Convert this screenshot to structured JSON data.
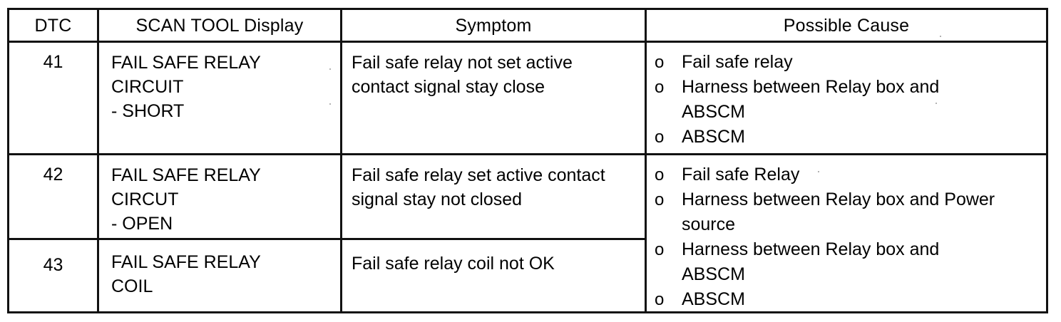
{
  "document": {
    "type": "diagnostic-trouble-code-table",
    "columns": [
      {
        "key": "dtc",
        "label": "DTC"
      },
      {
        "key": "scan",
        "label": "SCAN TOOL Display"
      },
      {
        "key": "symptom",
        "label": "Symptom"
      },
      {
        "key": "cause",
        "label": "Possible Cause"
      }
    ],
    "rows": [
      {
        "dtc": "41",
        "scan_display": [
          "FAIL SAFE RELAY",
          "CIRCUIT",
          "- SHORT"
        ],
        "symptom": [
          "Fail safe relay not set active",
          "contact signal stay close"
        ],
        "possible_cause": [
          {
            "marker": "o",
            "lines": [
              "Fail safe relay"
            ]
          },
          {
            "marker": "o",
            "lines": [
              "Harness between Relay box and",
              "ABSCM"
            ]
          },
          {
            "marker": "o",
            "lines": [
              "ABSCM"
            ]
          }
        ]
      },
      {
        "dtc": "42",
        "scan_display": [
          "FAIL SAFE RELAY",
          "CIRCUT",
          "- OPEN"
        ],
        "symptom": [
          "Fail safe relay set active contact",
          "signal stay not closed"
        ],
        "possible_cause": [
          {
            "marker": "o",
            "lines": [
              "Fail safe Relay"
            ]
          },
          {
            "marker": "o",
            "lines": [
              "Harness between Relay box and Power",
              "source"
            ]
          },
          {
            "marker": "o",
            "lines": [
              "Harness between Relay box and",
              "ABSCM"
            ]
          },
          {
            "marker": "o",
            "lines": [
              "ABSCM"
            ]
          }
        ]
      },
      {
        "dtc": "43",
        "scan_display": [
          "FAIL SAFE RELAY",
          "COIL"
        ],
        "symptom": [
          "Fail safe relay coil not OK"
        ],
        "possible_cause": null
      }
    ],
    "merged_cells": [
      {
        "column": "cause",
        "spans_rows": [
          "42",
          "43"
        ]
      }
    ],
    "colors": {
      "text": "#000000",
      "rule": "#111111",
      "background": "#ffffff"
    }
  }
}
